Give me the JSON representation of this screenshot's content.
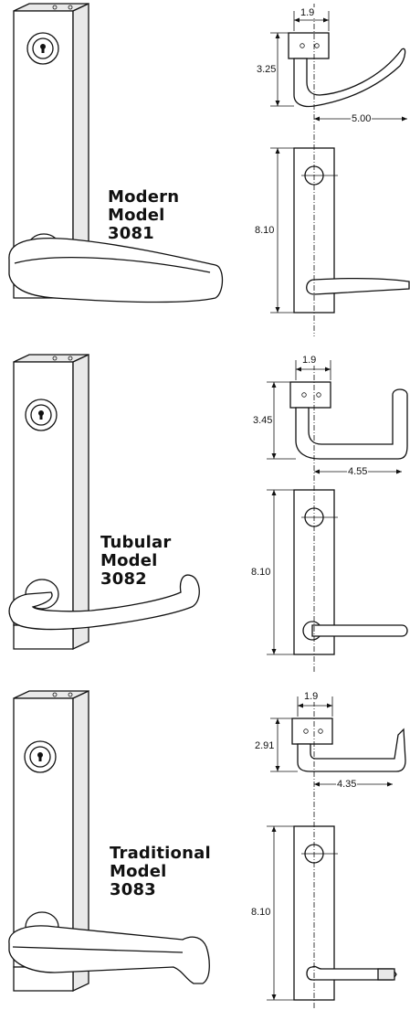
{
  "models": [
    {
      "title_lines": [
        "Modern",
        "Model",
        "3081"
      ],
      "dims": {
        "backset": "1.9",
        "rose_height": "3.25",
        "projection": "5.00",
        "plate_height": "8.10"
      },
      "lever_style": "modern-curved"
    },
    {
      "title_lines": [
        "Tubular",
        "Model",
        "3082"
      ],
      "dims": {
        "backset": "1.9",
        "rose_height": "3.45",
        "projection": "4.55",
        "plate_height": "8.10"
      },
      "lever_style": "tubular-return"
    },
    {
      "title_lines": [
        "Traditional",
        "Model",
        "3083"
      ],
      "dims": {
        "backset": "1.9",
        "rose_height": "2.91",
        "projection": "4.35",
        "plate_height": "8.10"
      },
      "lever_style": "traditional-flat"
    }
  ],
  "colors": {
    "line": "#111111",
    "background": "#ffffff",
    "shade": "#e9e9e9"
  }
}
